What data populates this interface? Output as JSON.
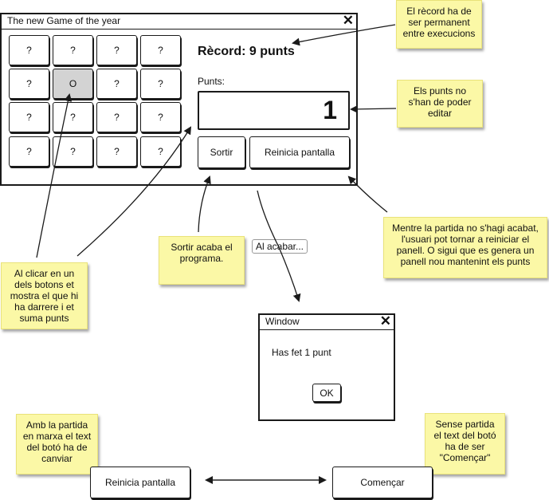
{
  "main_window": {
    "title": "The new Game of the year",
    "grid": [
      [
        "?",
        "?",
        "?",
        "?"
      ],
      [
        "?",
        "O",
        "?",
        "?"
      ],
      [
        "?",
        "?",
        "?",
        "?"
      ],
      [
        "?",
        "?",
        "?",
        "?"
      ]
    ],
    "record": "Rècord: 9 punts",
    "points_label": "Punts:",
    "points_value": "1",
    "exit_label": "Sortir",
    "reset_label": "Reinicia pantalla"
  },
  "notes": {
    "record": "El rècord ha de\nser permanent\nentre execucions",
    "points": "Els punts no\ns'han de poder\neditar",
    "reset": "Mentre la partida no s'hagi acabat,\nl'usuari pot tornar a reiniciar el\npanell. O sigui que es genera un\npanell nou mantenint els punts",
    "exit": "Sortir acaba el\nprograma.",
    "click": "Al clicar en un\ndels botons et\nmostra el que hi\nha darrere i et\nsuma punts",
    "in_game": "Amb la partida\nen marxa el text\ndel botó ha de\ncanviar",
    "no_game": "Sense partida\nel text del botó\nha de ser\n\"Començar\""
  },
  "on_finish_label": "Al acabar...",
  "dialog": {
    "title": "Window",
    "message": "Has fet 1 punt",
    "ok_label": "OK"
  },
  "bottom_buttons": {
    "in_game": "Reinicia pantalla",
    "no_game": "Començar"
  }
}
